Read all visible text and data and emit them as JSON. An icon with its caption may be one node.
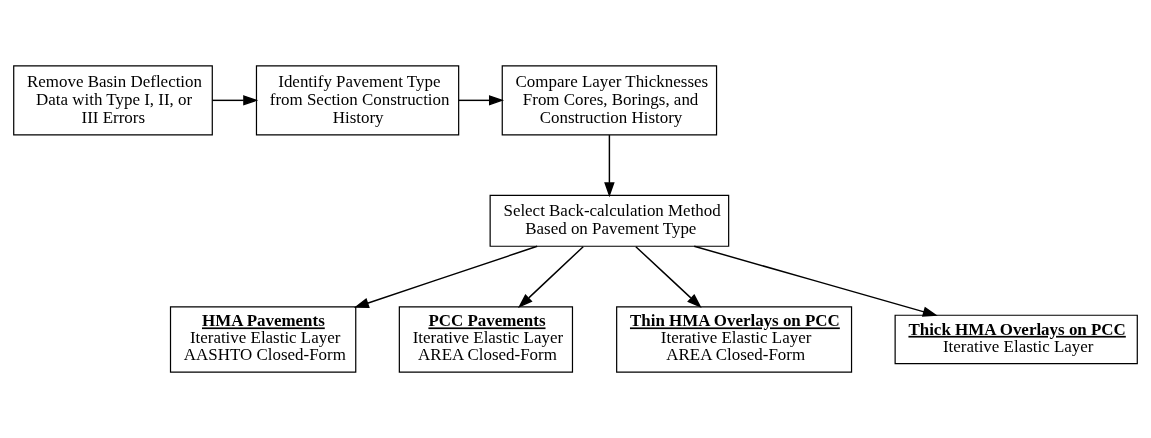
{
  "diagram": {
    "nodes": [
      {
        "text": [
          "Remove Basin Deflection Data with Type I, II, or III Errors"
        ]
      },
      {
        "text": [
          "Identify Pavement Type from Section Construction History"
        ]
      },
      {
        "text": [
          "Compare Layer Thicknesses From Cores, Borings, and Construction History"
        ]
      },
      {
        "text": [
          "Select Back-calculation Method Based on Pavement Type"
        ]
      },
      {
        "text": [
          "HMA Pavements",
          "Iterative Elastic Layer",
          "AASHTO Closed-Form"
        ]
      },
      {
        "text": [
          "PCC Pavements",
          "Iterative Elastic Layer",
          "AREA Closed-Form"
        ]
      },
      {
        "text": [
          "Thin HMA Overlays on PCC",
          "Iterative Elastic Layer",
          "AREA Closed-Form"
        ]
      },
      {
        "text": [
          "Thick HMA Overlays on PCC",
          "Iterative Elastic Layer"
        ]
      }
    ],
    "edges": [
      {
        "from": 0,
        "to": 1,
        "arrow": "to"
      },
      {
        "from": 1,
        "to": 2,
        "arrow": "to"
      },
      {
        "from": 2,
        "to": 3,
        "arrow": "to"
      },
      {
        "from": 3,
        "to": 4,
        "arrow": "to"
      },
      {
        "from": 3,
        "to": 5,
        "arrow": "to"
      },
      {
        "from": 3,
        "to": 6,
        "arrow": "to"
      },
      {
        "from": 3,
        "to": 7,
        "arrow": "to"
      }
    ]
  }
}
